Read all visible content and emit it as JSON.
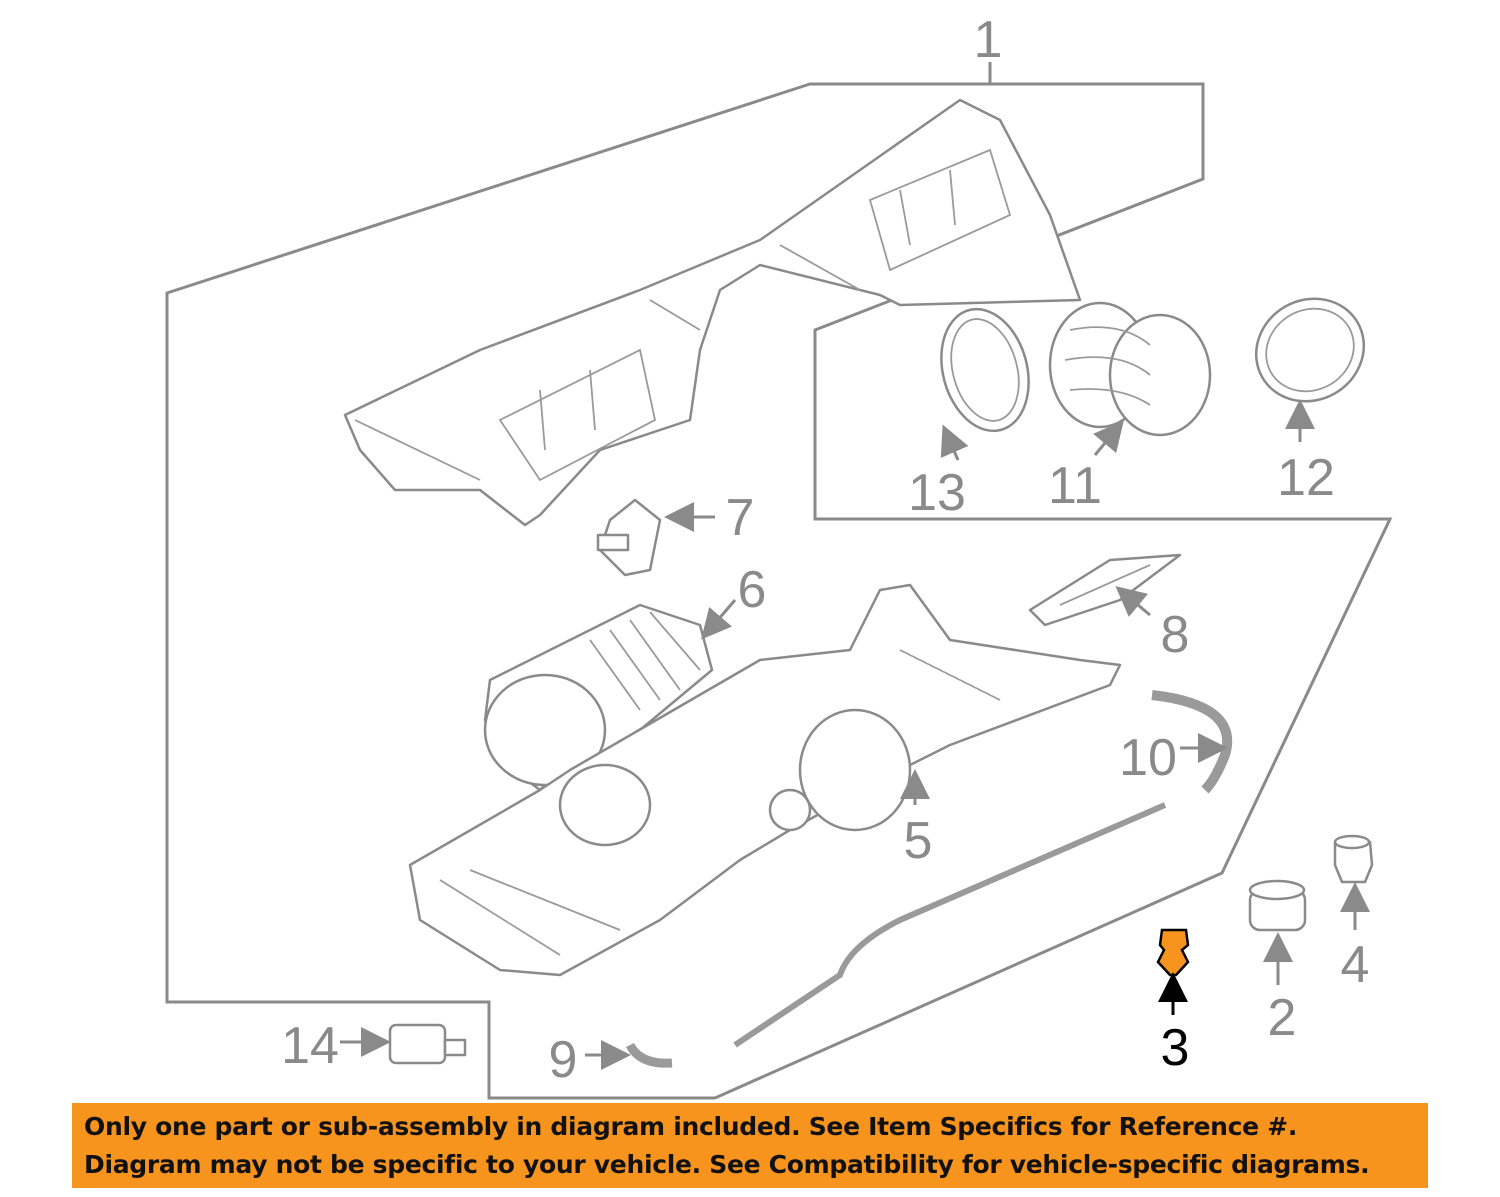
{
  "diagram": {
    "callouts": {
      "c1": "1",
      "c2": "2",
      "c3": "3",
      "c4": "4",
      "c5": "5",
      "c6": "6",
      "c7": "7",
      "c8": "8",
      "c9": "9",
      "c10": "10",
      "c11": "11",
      "c12": "12",
      "c13": "13",
      "c14": "14"
    },
    "highlighted_part": "3",
    "highlight_color": "#F7941D"
  },
  "banner": {
    "line1": "Only one part or sub-assembly in diagram included. See Item Specifics for Reference #.",
    "line2": "Diagram may not be specific to your vehicle. See Compatibility for vehicle-specific diagrams.",
    "color": "#F7941D"
  }
}
